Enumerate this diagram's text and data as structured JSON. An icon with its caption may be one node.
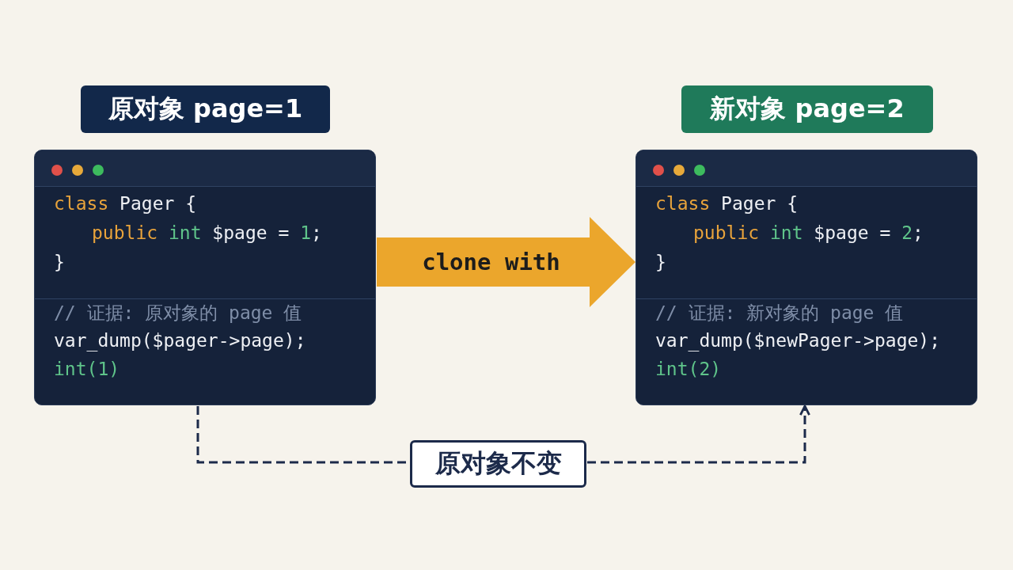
{
  "diagram": {
    "nodes": [
      {
        "text": [
          "原对象 page=1"
        ]
      },
      {
        "text": [
          "class Pager {",
          "public int $page = 1;",
          "}",
          "// 证据: 原对象的 page 值",
          "var_dump($pager->page);",
          "int(1)"
        ]
      },
      {
        "text": [
          "新对象 page=2"
        ]
      },
      {
        "text": [
          "class Pager {",
          "public int $page = 2;",
          "}",
          "// 证据: 新对象的 page 值",
          "var_dump($newPager->page);",
          "int(2)"
        ]
      },
      {
        "text": [
          "原对象不变"
        ]
      }
    ],
    "edges": [
      {
        "from": 1,
        "to": 3,
        "arrow": "to",
        "label": "clone with",
        "style": "thick",
        "color": "#eba62c"
      },
      {
        "from": 1,
        "to": 4,
        "arrow": "none",
        "style": "dashed"
      },
      {
        "from": 4,
        "to": 3,
        "arrow": "to",
        "style": "dashed"
      }
    ]
  }
}
